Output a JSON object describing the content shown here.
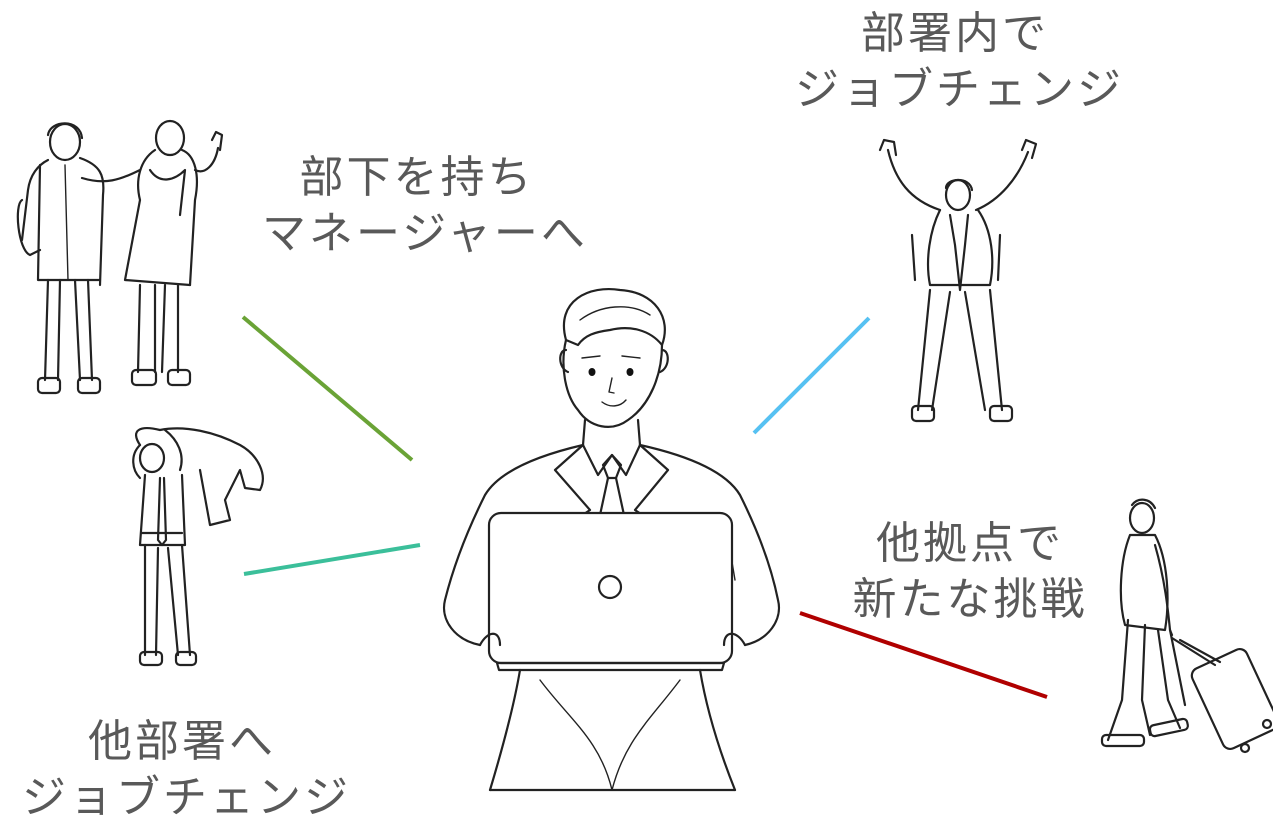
{
  "labels": {
    "manager": [
      "部下を持ち",
      "マネージャーへ"
    ],
    "same_dept": [
      "部署内で",
      "ジョブチェンジ"
    ],
    "other_dept": [
      "他部署へ",
      "ジョブチェンジ"
    ],
    "other_site": [
      "他拠点で",
      "新たな挑戦"
    ]
  },
  "colors": {
    "manager_line": "#6aa336",
    "same_dept_line": "#56c1f2",
    "other_dept_line": "#3bbf9a",
    "other_site_line": "#b00000",
    "text": "#595959"
  },
  "figures": {
    "center": "man-with-laptop",
    "top_left": "two-people-in-coats",
    "mid_left": "man-putting-on-jacket",
    "top_right": "man-raising-arms",
    "right": "man-walking-with-suitcase"
  }
}
